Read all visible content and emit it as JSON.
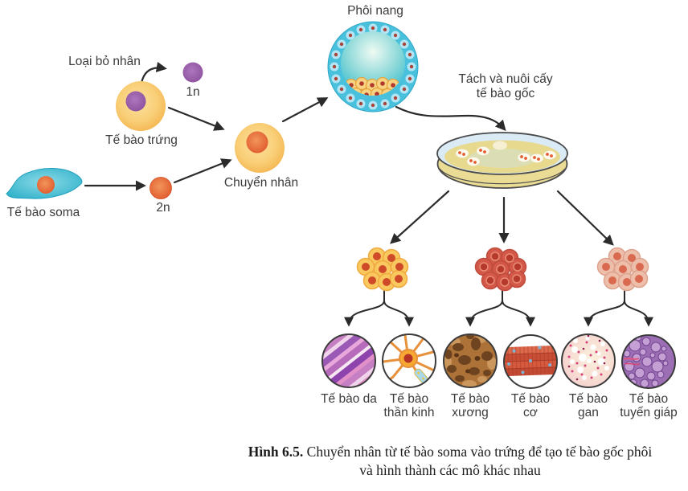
{
  "figure": {
    "labels": {
      "remove_nucleus": "Loại bỏ nhân",
      "ploidy_1n": "1n",
      "egg_cell": "Tế bào trứng",
      "somatic_cell": "Tế bào soma",
      "ploidy_2n": "2n",
      "nuclear_transfer": "Chuyển nhân",
      "blastocyst": "Phôi nang",
      "isolate_culture_line1": "Tách và nuôi cấy",
      "isolate_culture_line2": "tế bào gốc"
    },
    "tissues": [
      {
        "line1": "Tế bào da",
        "line2": ""
      },
      {
        "line1": "Tế bào",
        "line2": "thần kinh"
      },
      {
        "line1": "Tế bào",
        "line2": "xương"
      },
      {
        "line1": "Tế bào",
        "line2": "cơ"
      },
      {
        "line1": "Tế bào",
        "line2": "gan"
      },
      {
        "line1": "Tế bào",
        "line2": "tuyến giáp"
      }
    ],
    "caption": {
      "figure_label": "Hình 6.5.",
      "line1_rest": "Chuyển nhân từ tế bào soma vào trứng để tạo tế bào gốc phôi",
      "line2": "và hình thành các mô khác nhau"
    },
    "colors": {
      "egg_yellow": "#F5BB55",
      "nucleus_purple": "#8E4F9E",
      "nucleus_orange": "#E05A2B",
      "soma_cyan": "#2BB3CC",
      "blastocyst_blue": "#49C1DD",
      "dish_rim_blue": "#DAEBF6",
      "dish_agar": "#E7DA8F",
      "cluster_yellow": "#F9C85E",
      "cluster_red": "#D3584A",
      "cluster_pink": "#EDBFAB",
      "arrow_black": "#2B2B2B"
    }
  }
}
